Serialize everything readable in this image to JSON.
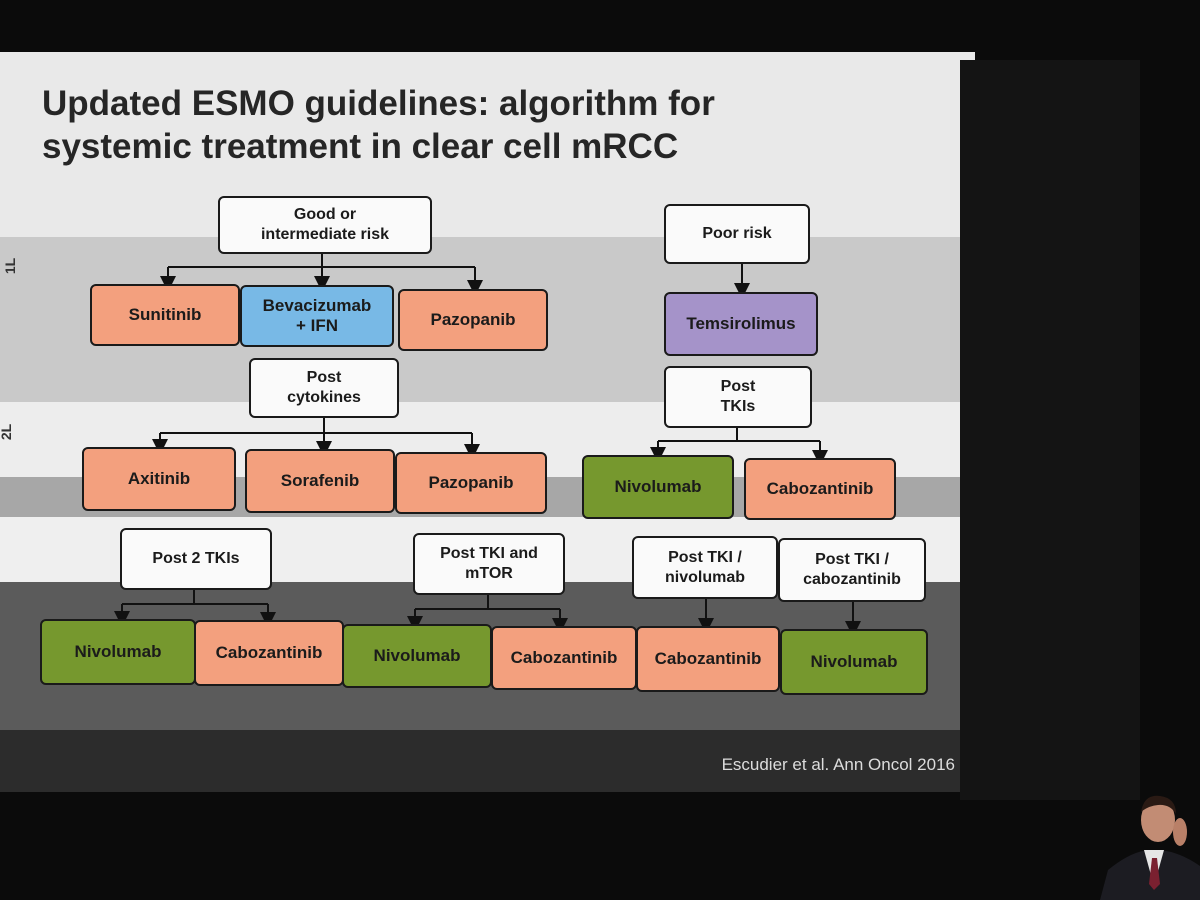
{
  "slide": {
    "title": "Updated ESMO guidelines: algorithm for\nsystemic treatment in clear cell mRCC",
    "citation": "Escudier et al. Ann Oncol 2016",
    "row_labels": {
      "first_line": "1L",
      "second_line": "2L"
    }
  },
  "first_line": {
    "good_risk": {
      "label": "Good or\nintermediate risk",
      "options": [
        "Sunitinib",
        "Bevacizumab\n+ IFN",
        "Pazopanib"
      ]
    },
    "poor_risk": {
      "label": "Poor risk",
      "options": [
        "Temsirolimus"
      ]
    }
  },
  "second_line": {
    "post_cytokines": {
      "label": "Post\ncytokines",
      "options": [
        "Axitinib",
        "Sorafenib",
        "Pazopanib"
      ]
    },
    "post_tkis": {
      "label": "Post\nTKIs",
      "options": [
        "Nivolumab",
        "Cabozantinib"
      ]
    }
  },
  "third_line": {
    "post_2_tkis": {
      "label": "Post 2 TKIs",
      "options": [
        "Nivolumab",
        "Cabozantinib"
      ]
    },
    "post_tki_mtor": {
      "label": "Post TKI and\nmTOR",
      "options": [
        "Nivolumab",
        "Cabozantinib"
      ]
    },
    "post_tki_nivolumab": {
      "label": "Post TKI /\nnivolumab",
      "options": [
        "Cabozantinib"
      ]
    },
    "post_tki_cabozantinib": {
      "label": "Post TKI /\ncabozantinib",
      "options": [
        "Nivolumab"
      ]
    }
  },
  "colors": {
    "tki": "#f3a07e",
    "bevacizumab": "#78b9e6",
    "mtor": "#a593c9",
    "immunotherapy": "#76982e"
  }
}
